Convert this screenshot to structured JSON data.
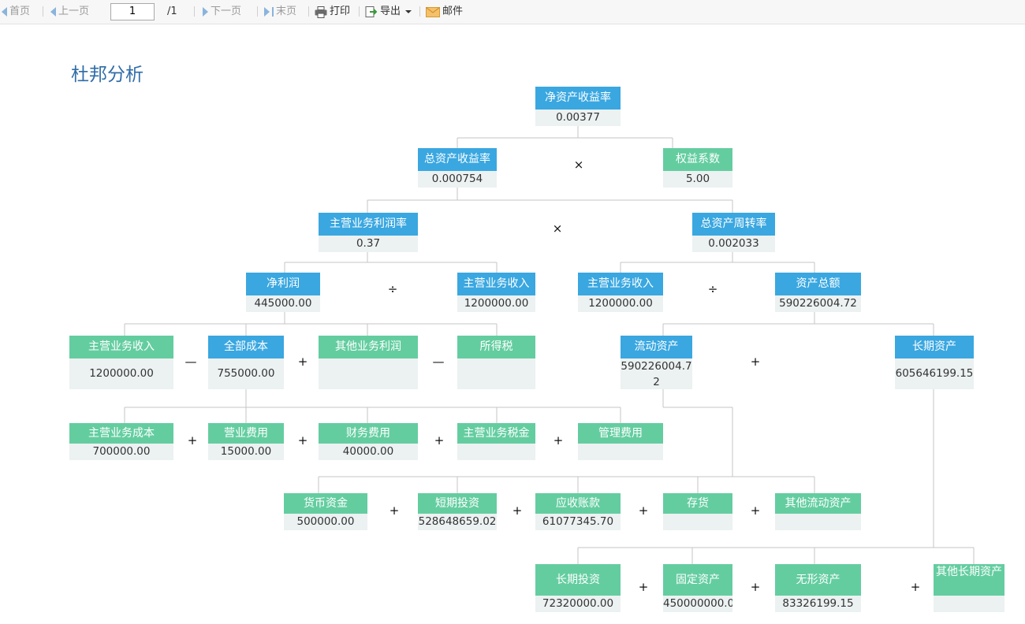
{
  "toolbar": {
    "first": "首页",
    "prev": "上一页",
    "page_value": "1",
    "page_total": "/1",
    "next": "下一页",
    "last": "末页",
    "print": "打印",
    "export": "导出",
    "mail": "邮件"
  },
  "title": "杜邦分析",
  "nodes": {
    "roe": {
      "label": "净资产收益率",
      "value": "0.00377"
    },
    "roa": {
      "label": "总资产收益率",
      "value": "0.000754"
    },
    "equity_multiplier": {
      "label": "权益系数",
      "value": "5.00"
    },
    "profit_margin": {
      "label": "主营业务利润率",
      "value": "0.37"
    },
    "asset_turnover": {
      "label": "总资产周转率",
      "value": "0.002033"
    },
    "net_profit": {
      "label": "净利润",
      "value": "445000.00"
    },
    "main_revenue_a": {
      "label": "主营业务收入",
      "value": "1200000.00"
    },
    "main_revenue_b": {
      "label": "主营业务收入",
      "value": "1200000.00"
    },
    "total_assets": {
      "label": "资产总额",
      "value": "590226004.72"
    },
    "main_revenue_c": {
      "label": "主营业务收入",
      "value": "1200000.00"
    },
    "total_cost": {
      "label": "全部成本",
      "value": "755000.00"
    },
    "other_profit": {
      "label": "其他业务利润",
      "value": ""
    },
    "income_tax": {
      "label": "所得税",
      "value": ""
    },
    "current_assets": {
      "label": "流动资产",
      "value": "590226004.72"
    },
    "long_term_assets": {
      "label": "长期资产",
      "value": "605646199.15"
    },
    "main_cost": {
      "label": "主营业务成本",
      "value": "700000.00"
    },
    "operating_expense": {
      "label": "营业费用",
      "value": "15000.00"
    },
    "financial_expense": {
      "label": "财务费用",
      "value": "40000.00"
    },
    "main_tax": {
      "label": "主营业务税金",
      "value": ""
    },
    "admin_expense": {
      "label": "管理费用",
      "value": ""
    },
    "cash": {
      "label": "货币资金",
      "value": "500000.00"
    },
    "short_investment": {
      "label": "短期投资",
      "value": "528648659.02"
    },
    "receivables": {
      "label": "应收账款",
      "value": "61077345.70"
    },
    "inventory": {
      "label": "存货",
      "value": ""
    },
    "other_current": {
      "label": "其他流动资产",
      "value": ""
    },
    "long_investment": {
      "label": "长期投资",
      "value": "72320000.00"
    },
    "fixed_assets": {
      "label": "固定资产",
      "value": "450000000.0"
    },
    "intangible_assets": {
      "label": "无形资产",
      "value": "83326199.15"
    },
    "other_long_term": {
      "label": "其他长期资产",
      "value": ""
    }
  },
  "operators": {
    "times": "×",
    "divide": "÷",
    "minus": "—",
    "plus": "+"
  },
  "colors": {
    "header_blue": "#3aa7e0",
    "header_green": "#64cda0",
    "value_bg": "#ecf1f1",
    "title": "#2f6ca8"
  }
}
